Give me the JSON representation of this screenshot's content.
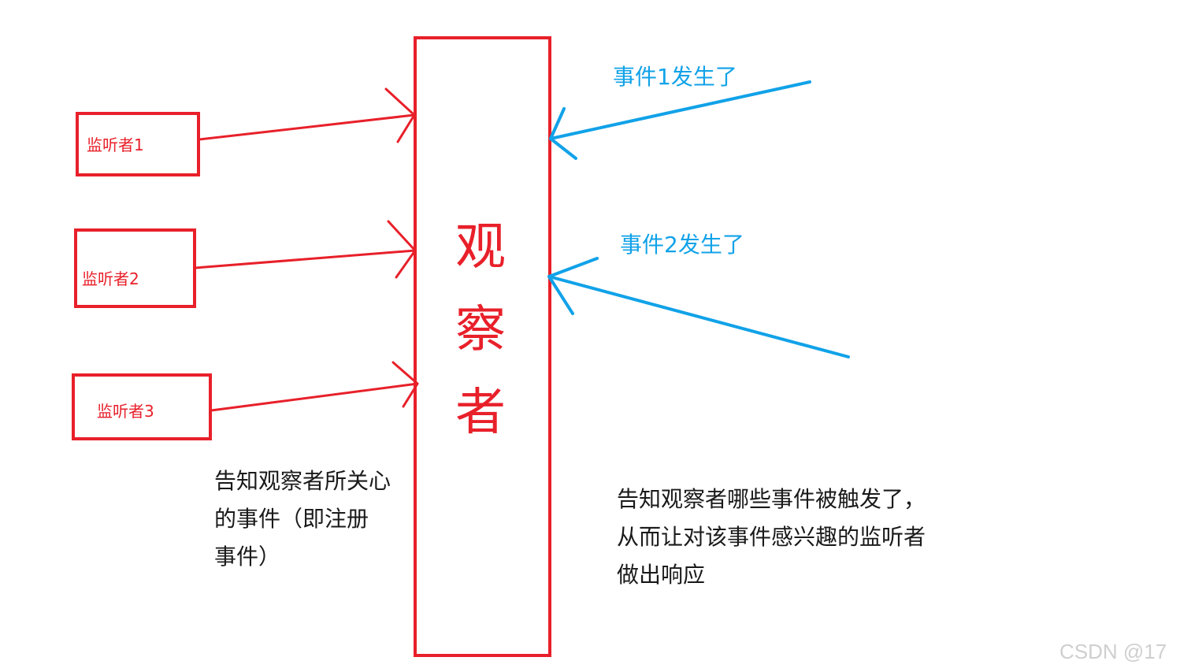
{
  "listeners": [
    {
      "label": "监听者1"
    },
    {
      "label": "监听者2"
    },
    {
      "label": "监听者3"
    }
  ],
  "observer": {
    "chars": [
      "观",
      "察",
      "者"
    ]
  },
  "events": [
    {
      "label": "事件1发生了"
    },
    {
      "label": "事件2发生了"
    }
  ],
  "notes": {
    "left": [
      "告知观察者所关心",
      "的事件（即注册",
      "事件）"
    ],
    "right": [
      "告知观察者哪些事件被触发了，",
      "从而让对该事件感兴趣的监听者",
      "做出响应"
    ]
  },
  "watermark": "CSDN @17",
  "colors": {
    "red": "#e8202a",
    "blue": "#11a2e8",
    "text": "#1a1a1a"
  }
}
